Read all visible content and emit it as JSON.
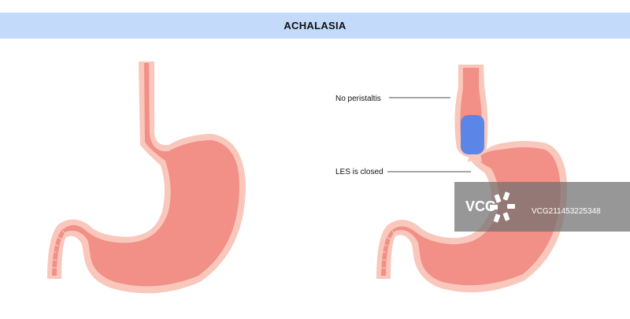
{
  "title": "ACHALASIA",
  "colors": {
    "header_bg": "#c3dafb",
    "organ_fill": "#f28f86",
    "organ_outline": "#f9c7bb",
    "food_bolus": "#5b86e8",
    "watermark_bg": "#6f6f6f"
  },
  "labels": {
    "no_peristalsis": "No peristaltis",
    "les_closed": "LES is closed"
  },
  "watermark": {
    "logo_text": "VCG",
    "id_text": "VCG211453225348"
  }
}
